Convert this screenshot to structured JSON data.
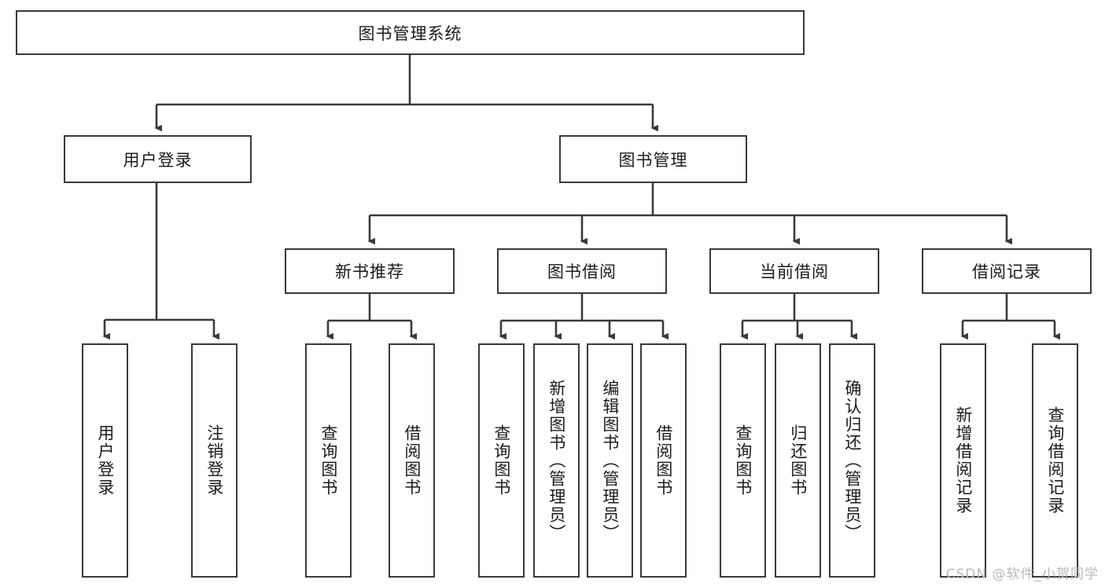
{
  "diagram": {
    "title_text": "图书管理系统",
    "root": {
      "label": "图书管理系统"
    },
    "level2": [
      {
        "label": "用户登录"
      },
      {
        "label": "图书管理"
      }
    ],
    "level3": [
      {
        "label": "新书推荐"
      },
      {
        "label": "图书借阅"
      },
      {
        "label": "当前借阅"
      },
      {
        "label": "借阅记录"
      }
    ],
    "leaves": {
      "user_login": [
        {
          "label": "用户登录"
        },
        {
          "label": "注销登录"
        }
      ],
      "new_book_recommend": [
        {
          "label": "查询图书"
        },
        {
          "label": "借阅图书"
        }
      ],
      "book_borrow": [
        {
          "label": "查询图书"
        },
        {
          "label": "新增图书（管理员）"
        },
        {
          "label": "编辑图书（管理员）"
        },
        {
          "label": "借阅图书"
        }
      ],
      "current_borrow": [
        {
          "label": "查询图书"
        },
        {
          "label": "归还图书"
        },
        {
          "label": "确认归还（管理员）"
        }
      ],
      "borrow_records": [
        {
          "label": "新增借阅记录"
        },
        {
          "label": "查询借阅记录"
        }
      ]
    },
    "colors": {
      "box_border": "#3a3a3a",
      "box_fill": "#ffffff",
      "connector": "#3a3a3a",
      "text": "#1b1b1b",
      "watermark": "#b9b9b9"
    }
  },
  "watermark": {
    "text": "CSDN @软件_小贺同学"
  }
}
